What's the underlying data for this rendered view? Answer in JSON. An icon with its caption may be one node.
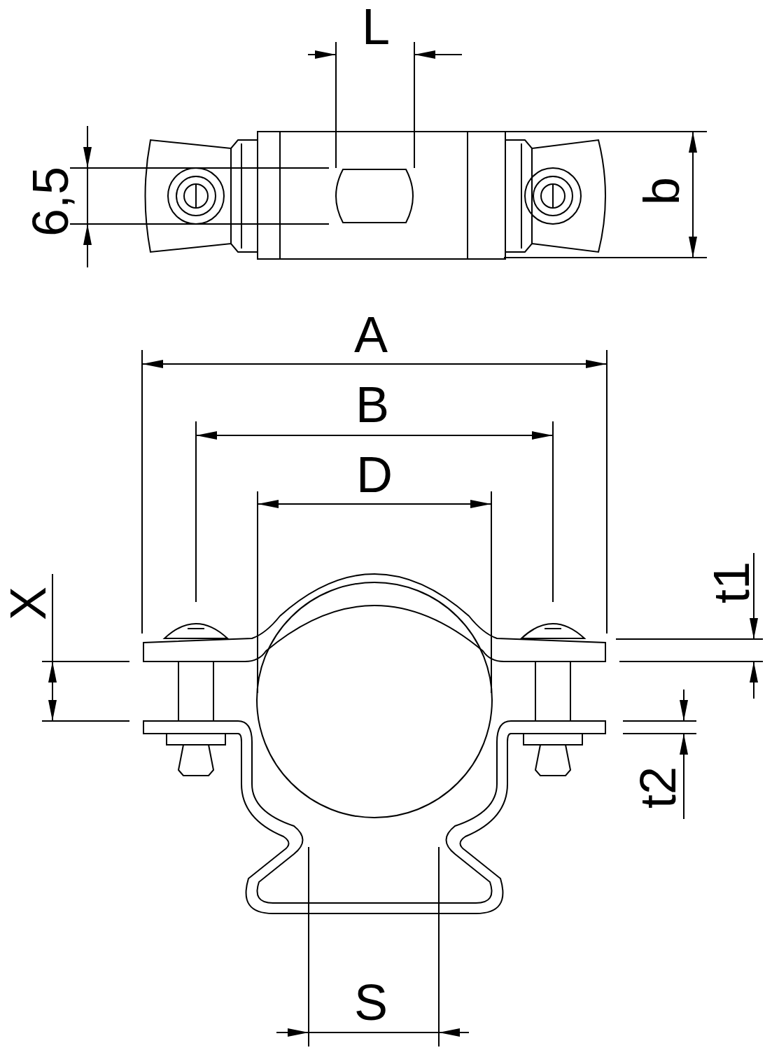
{
  "diagram": {
    "labels": [
      "L",
      "6,5",
      "b",
      "A",
      "B",
      "D",
      "X",
      "t1",
      "t2",
      "S"
    ]
  }
}
